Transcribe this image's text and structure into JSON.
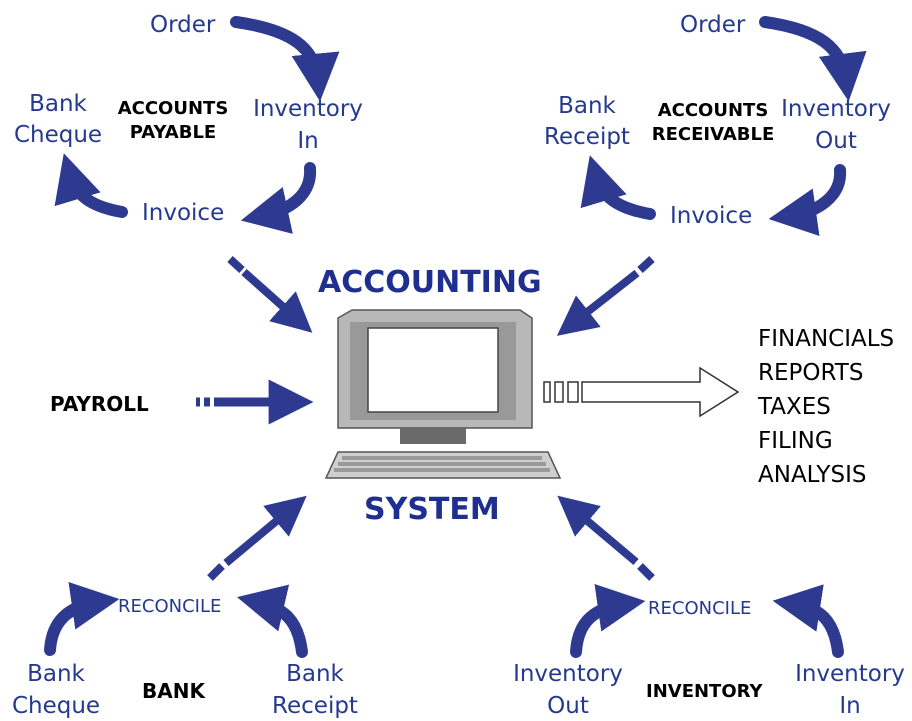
{
  "colors": {
    "arrow": "#2e3a8f",
    "text_blue": "#253a8f",
    "text_black": "#000000"
  },
  "title_top": "ACCOUNTING",
  "title_bottom": "SYSTEM",
  "payable": {
    "heading_1": "ACCOUNTS",
    "heading_2": "PAYABLE",
    "order": "Order",
    "inventory_1": "Inventory",
    "inventory_2": "In",
    "invoice": "Invoice",
    "bank_1": "Bank",
    "bank_2": "Cheque"
  },
  "receivable": {
    "heading_1": "ACCOUNTS",
    "heading_2": "RECEIVABLE",
    "order": "Order",
    "inventory_1": "Inventory",
    "inventory_2": "Out",
    "invoice": "Invoice",
    "bank_1": "Bank",
    "bank_2": "Receipt"
  },
  "payroll": "PAYROLL",
  "outputs": [
    "FINANCIALS",
    "REPORTS",
    "TAXES",
    "FILING",
    "ANALYSIS"
  ],
  "bank_cycle": {
    "heading": "BANK",
    "reconcile": "RECONCILE",
    "left_1": "Bank",
    "left_2": "Cheque",
    "right_1": "Bank",
    "right_2": "Receipt"
  },
  "inventory_cycle": {
    "heading": "INVENTORY",
    "reconcile": "RECONCILE",
    "left_1": "Inventory",
    "left_2": "Out",
    "right_1": "Inventory",
    "right_2": "In"
  }
}
